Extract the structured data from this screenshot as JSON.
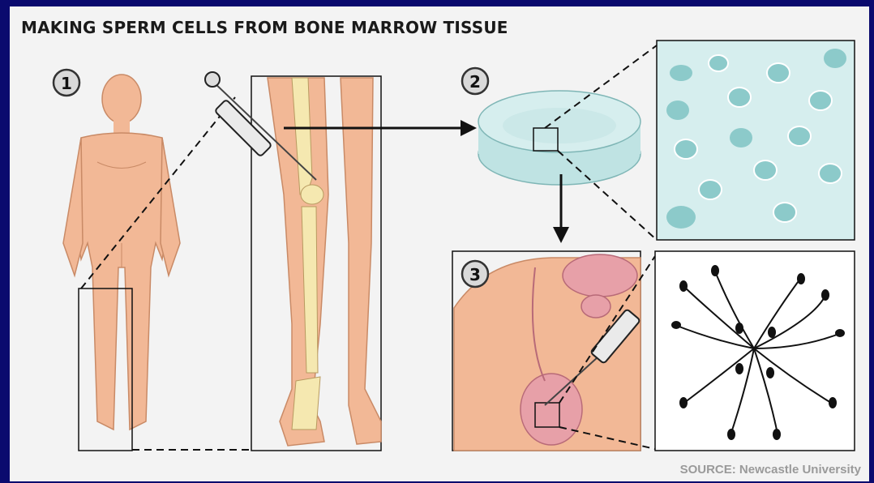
{
  "title": "MAKING SPERM CELLS FROM BONE MARROW TISSUE",
  "source": "SOURCE: Newcastle University",
  "steps": [
    {
      "label": "1"
    },
    {
      "label": "2"
    },
    {
      "label": "3"
    }
  ],
  "colors": {
    "background": "#0a0a6e",
    "panel": "#f3f3f3",
    "skin": "#f2b896",
    "skin_dark": "#d18a68",
    "bone": "#f5e8b0",
    "dish": "#bfe3e3",
    "cell": "#8ccaca",
    "pink": "#e7a0a8",
    "ink": "#111111"
  }
}
